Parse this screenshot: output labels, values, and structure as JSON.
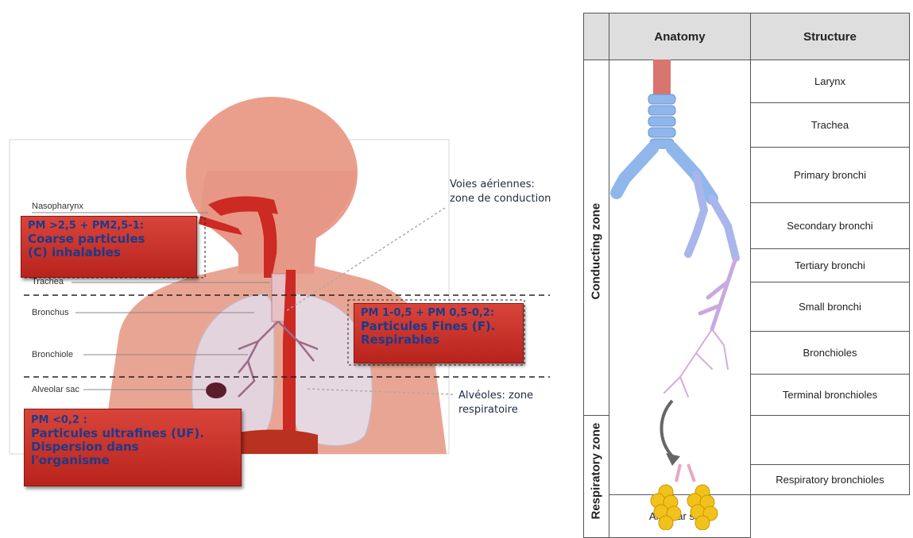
{
  "figure": {
    "labels": [
      "Nasopharynx",
      "Trachea",
      "Bronchus",
      "Bronchiole",
      "Alveolar sac"
    ],
    "annotations": {
      "conduction": [
        "Voies aériennes:",
        "zone de conduction"
      ],
      "respiratory": [
        "Alvéoles: zone",
        "respiratoire"
      ]
    },
    "pm_boxes": {
      "coarse": [
        "PM >2,5 + PM2,5-1:",
        "Coarse particules",
        "(C) inhalables"
      ],
      "fine": [
        "PM 1-0,5 + PM 0,5-0,2:",
        "Particules Fines (F).",
        "Respirables"
      ],
      "ultrafine": [
        "PM <0,2 :",
        "Particules ultrafines (UF).",
        "Dispersion dans",
        "l'organisme"
      ]
    }
  },
  "table": {
    "headers": [
      "Anatomy",
      "Structure"
    ],
    "zones": [
      "Conducting zone",
      "Respiratory zone"
    ],
    "structures": [
      "Larynx",
      "Trachea",
      "Primary bronchi",
      "Secondary bronchi",
      "Tertiary bronchi",
      "Small bronchi",
      "Bronchioles",
      "Terminal bronchioles",
      "",
      "Respiratory bronchioles",
      "Alveolar sacs"
    ]
  },
  "colors": {
    "box_red": "#c62f26",
    "box_text": "#1e3a8a",
    "skin": "#e9a593",
    "lung": "#e3d3dc",
    "airway": "#cc2a22",
    "bronchi_blue": "#7aa7e6",
    "alveoli_yellow": "#f2c21c"
  }
}
